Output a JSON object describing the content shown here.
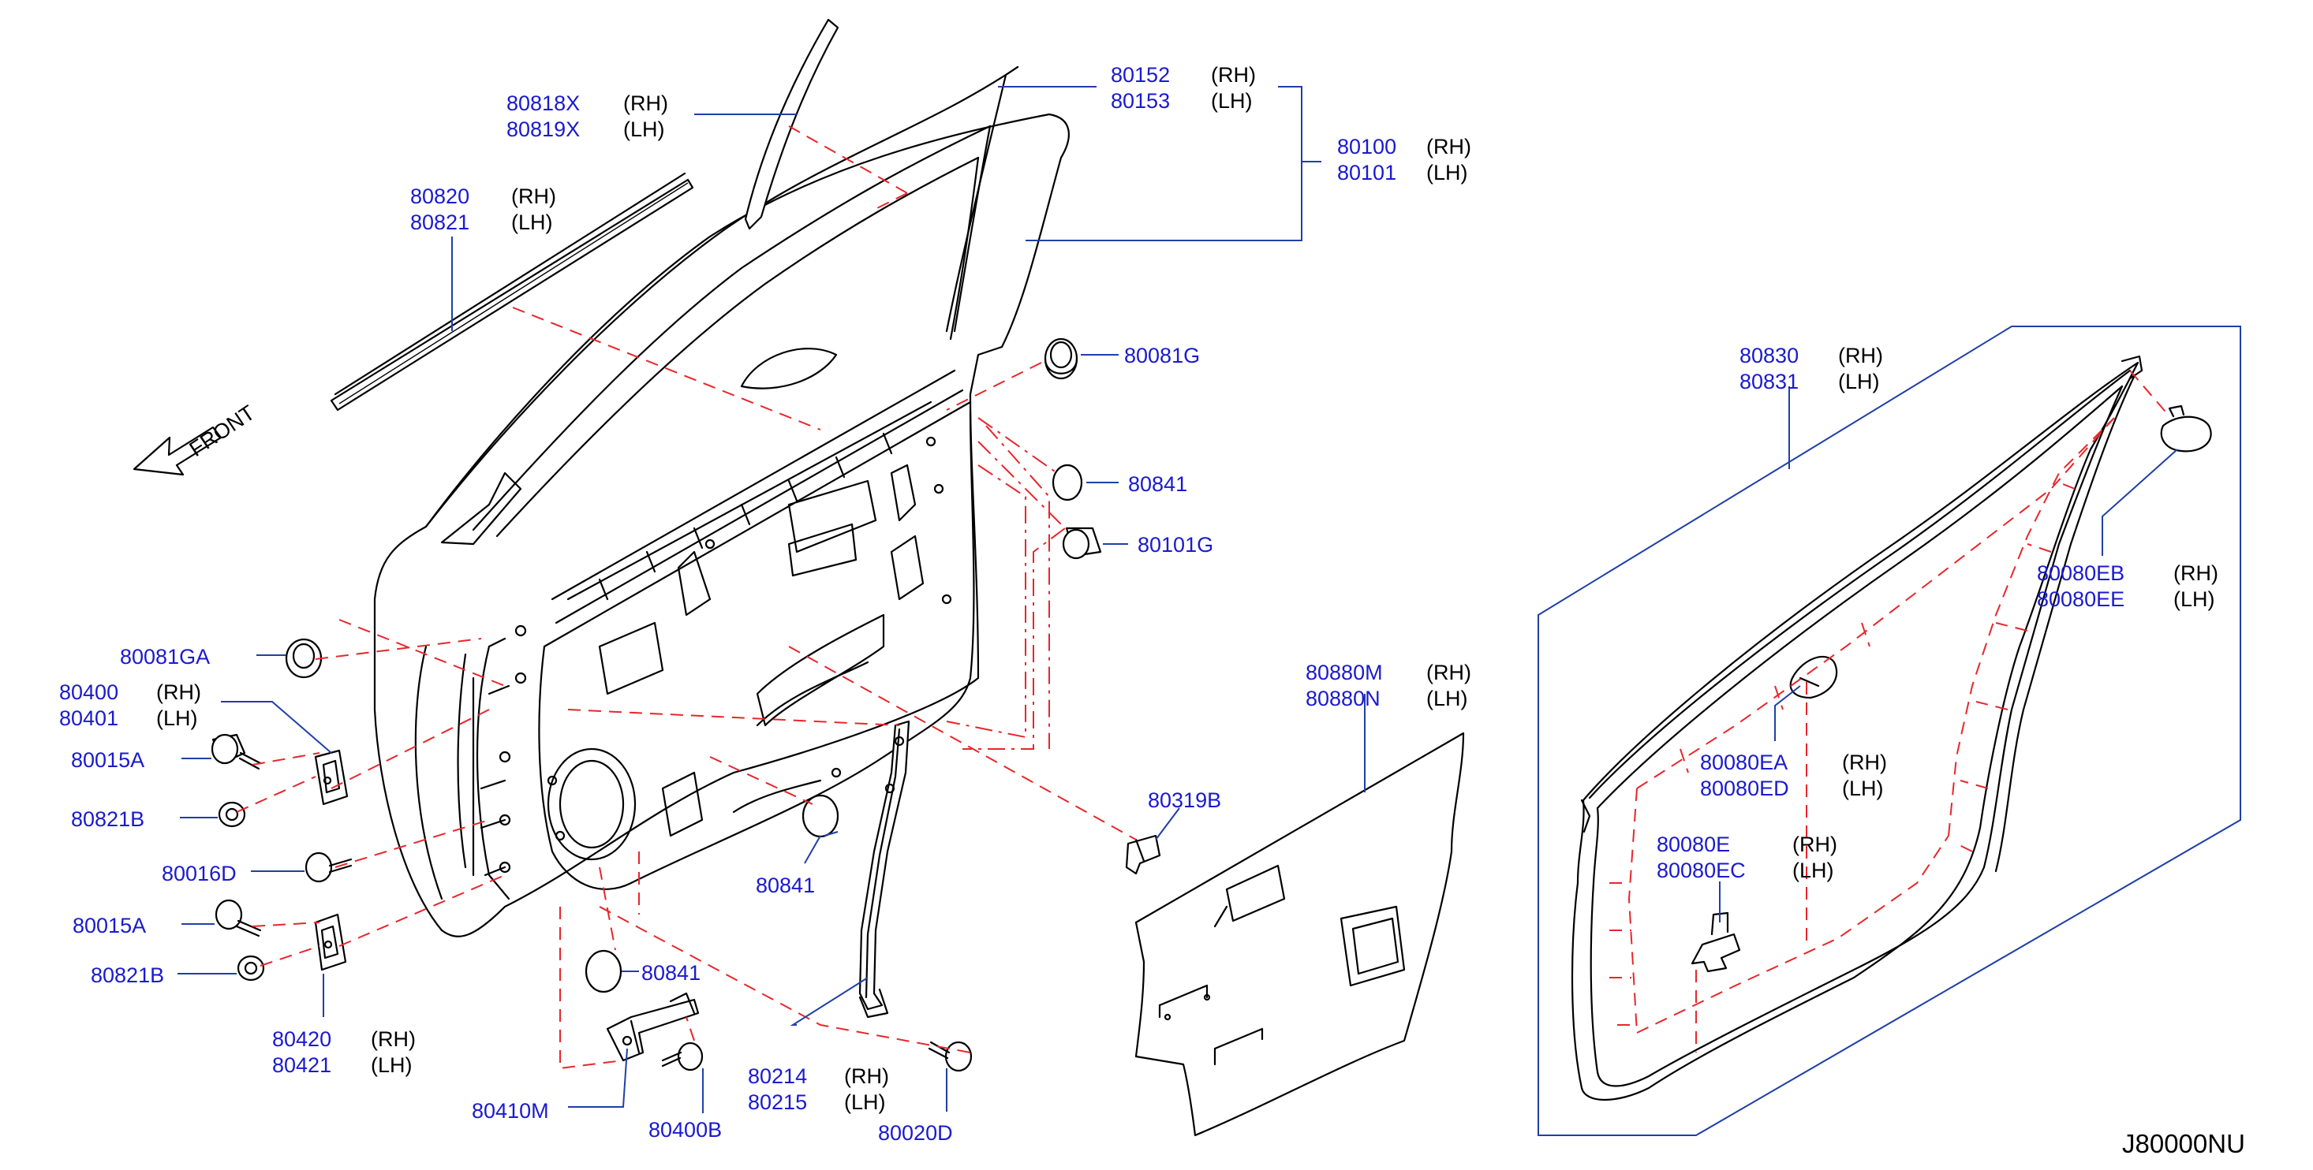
{
  "diagram_code": "J80000NU",
  "front_label": "FRONT",
  "sides": {
    "rh": "(RH)",
    "lh": "(LH)"
  },
  "parts": {
    "p80818X": "80818X",
    "p80819X": "80819X",
    "p80152": "80152",
    "p80153": "80153",
    "p80100": "80100",
    "p80101": "80101",
    "p80820": "80820",
    "p80821": "80821",
    "p80081G": "80081G",
    "p80841_a": "80841",
    "p80101G": "80101G",
    "p80081GA": "80081GA",
    "p80400": "80400",
    "p80401": "80401",
    "p80015A_a": "80015A",
    "p80821B_a": "80821B",
    "p80016D": "80016D",
    "p80015A_b": "80015A",
    "p80821B_b": "80821B",
    "p80420": "80420",
    "p80421": "80421",
    "p80841_b": "80841",
    "p80841_c": "80841",
    "p80319B": "80319B",
    "p80880M": "80880M",
    "p80880N": "80880N",
    "p80410M": "80410M",
    "p80400B": "80400B",
    "p80214": "80214",
    "p80215": "80215",
    "p80020D": "80020D",
    "p80830": "80830",
    "p80831": "80831",
    "p80080EB": "80080EB",
    "p80080EE": "80080EE",
    "p80080EA": "80080EA",
    "p80080ED": "80080ED",
    "p80080E": "80080E",
    "p80080EC": "80080EC"
  }
}
